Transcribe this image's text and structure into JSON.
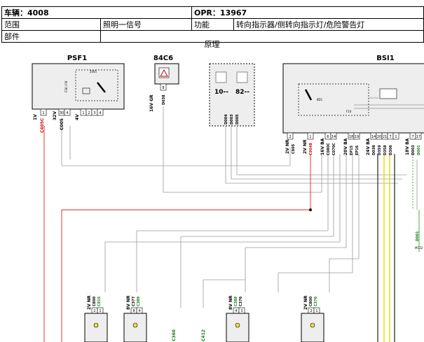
{
  "header": {
    "vehicle_label": "车辆：4008",
    "opr_label": "OPR：13967",
    "scope_label": "范围",
    "scope_value": "照明一信号",
    "function_label": "功能",
    "function_value": "转向指示器/侧转向指示灯/危险警告灯",
    "parts_label": "部件",
    "section_title": "原理"
  },
  "components": {
    "psf1": {
      "name": "PSF1",
      "inner_code": "2005",
      "fuse": "F36 / F8",
      "pins": [
        "1",
        "30",
        "4",
        "1",
        "2",
        "3",
        "4"
      ],
      "wires": [
        "1V",
        "C405C",
        "32V",
        "C005",
        "4V"
      ]
    },
    "c84c6": {
      "name": "84C6",
      "wire": "16V GR",
      "code": "D038",
      "pin": "8"
    },
    "module": {
      "label_a": "10--",
      "label_b": "82--",
      "codes": [
        "D004",
        "D003",
        "D005"
      ]
    },
    "bsi1": {
      "name": "BSI1",
      "relay": "8D1",
      "fuse": "F10",
      "wire_labels": [
        "2V NR",
        "C905",
        "2V NR",
        "C904B",
        "16V BA",
        "C080C",
        "C070C",
        "20V BA",
        "EP15",
        "EP16",
        "24V BA",
        "D038",
        "D359",
        "D358",
        "D306",
        "18V BA",
        "D003",
        "D001"
      ],
      "pins": [
        "2",
        "1",
        "6",
        "14",
        "18",
        "19",
        "14",
        "20",
        "21",
        "7",
        "1",
        "7",
        "17"
      ]
    }
  },
  "wire_codes": {
    "c360": "C360",
    "c412": "C412",
    "d001": "D001",
    "mc": "MC32"
  },
  "lamps": [
    {
      "wire": "2V NR",
      "codes": [
        "C800",
        "C915"
      ],
      "pins": [
        "2",
        "1"
      ]
    },
    {
      "wire": "8V NR",
      "codes": [
        "C377",
        "C389"
      ],
      "pins": [
        "8",
        "4"
      ]
    },
    {
      "wire": "8V NR",
      "codes": [
        "C388",
        "C376"
      ],
      "pins": [
        "4",
        "3"
      ]
    },
    {
      "wire": "2V NR",
      "codes": [
        "C800",
        "C376"
      ],
      "pins": [
        "2",
        "1"
      ]
    }
  ]
}
